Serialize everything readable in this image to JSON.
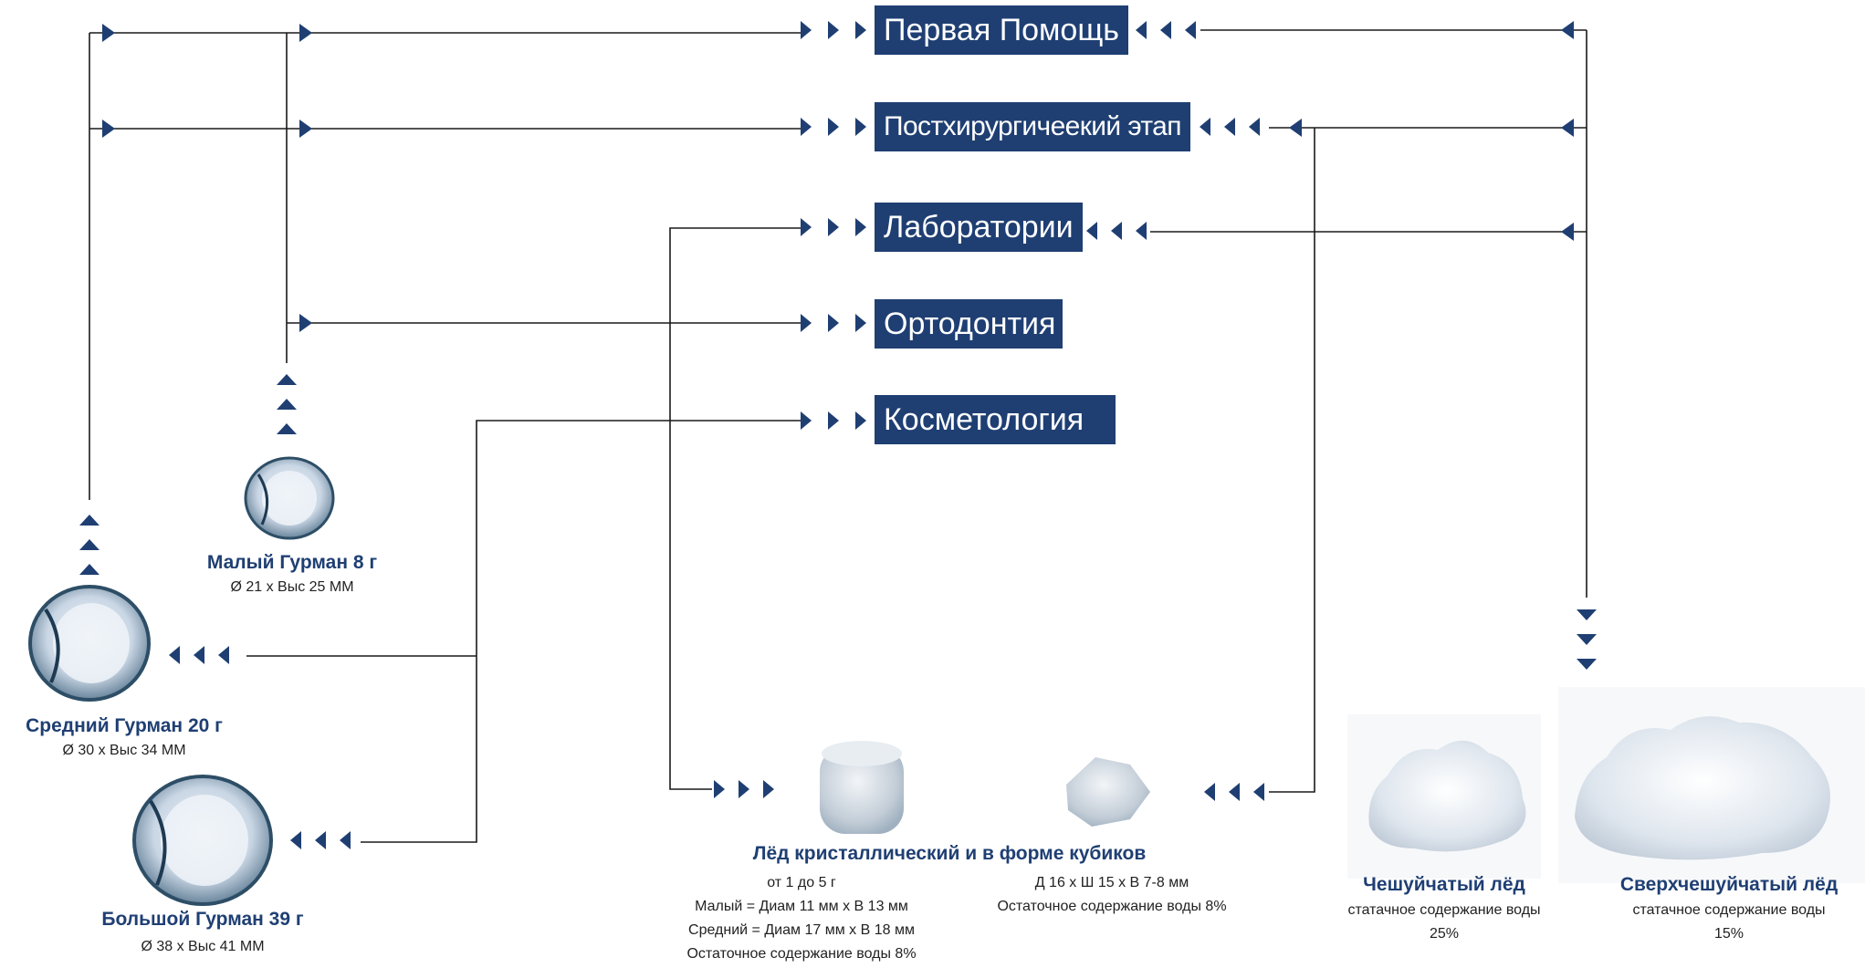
{
  "colors": {
    "navy": "#1f3f73",
    "line": "#1a1a1a"
  },
  "destinations": [
    {
      "id": "first-aid",
      "label": "Первая Помощь"
    },
    {
      "id": "postsurgical",
      "label": "Постхирургичеекий этап"
    },
    {
      "id": "laboratories",
      "label": "Лаборатории"
    },
    {
      "id": "orthodontics",
      "label": "Ортодонтия"
    },
    {
      "id": "cosmetology",
      "label": "Косметология"
    }
  ],
  "products": {
    "small_gourmet": {
      "title": "Малый Гурман 8 г",
      "desc": "Ø 21 x Выс 25 MM",
      "icon": "small-gourmet-ice-icon"
    },
    "medium_gourmet": {
      "title": "Средний Гурман 20 г",
      "desc": "Ø 30 x Выс 34 MM",
      "icon": "medium-gourmet-ice-icon"
    },
    "large_gourmet": {
      "title": "Большой  Гурман 39 г",
      "desc": "Ø 38 x Выс 41 MM",
      "icon": "large-gourmet-ice-icon"
    },
    "crystal": {
      "title": "Лёд кристаллический и в форме кубиков",
      "left_desc": [
        "от 1 до 5 г",
        "Малый = Диам 11 мм x В 13 мм",
        "Средний = Диам 17 мм x В 18 мм",
        "Остаточное содержание воды 8%"
      ],
      "right_desc": [
        "Д 16 x Ш 15 x В  7-8 мм",
        "Остаточное содержание воды 8%"
      ],
      "icons": [
        "crystal-ice-icon",
        "cube-ice-icon"
      ]
    },
    "flake": {
      "title": "Чешуйчатый лёд",
      "desc": [
        "статачное содержание воды",
        "25%"
      ],
      "icon": "flake-ice-icon"
    },
    "superflake": {
      "title": "Сверхчешуйчатый лёд",
      "desc": [
        "статачное содержание воды",
        "15%"
      ],
      "icon": "superflake-ice-icon"
    }
  }
}
